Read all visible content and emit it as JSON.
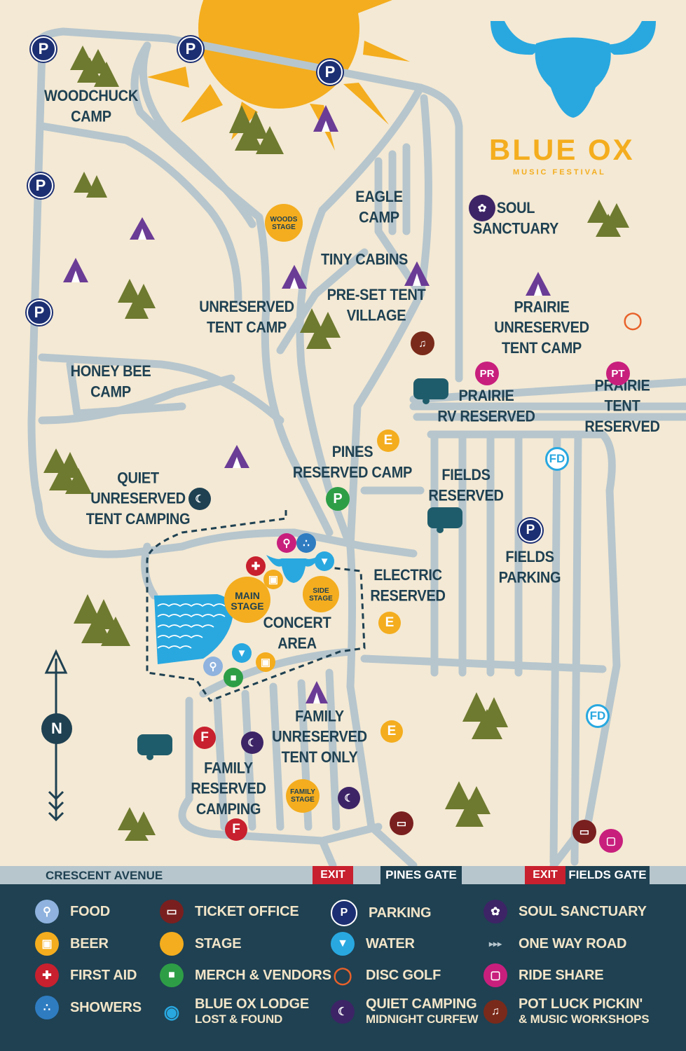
{
  "logo": {
    "title": "BLUE OX",
    "subtitle": "MUSIC FESTIVAL"
  },
  "areas": {
    "woodchuck": "WOODCHUCK\nCAMP",
    "eagle": "EAGLE\nCAMP",
    "soul": "SOUL\nSANCTUARY",
    "tiny_cabins": "TINY CABINS",
    "preset": "PRE-SET TENT\nVILLAGE",
    "unreserved": "UNRESERVED\nTENT CAMP",
    "prairie_unreserved": "PRAIRIE\nUNRESERVED\nTENT CAMP",
    "honeybee": "HONEY BEE\nCAMP",
    "prairie_rv": "PRAIRIE\nRV RESERVED",
    "prairie_tent": "PRAIRIE\nTENT RESERVED",
    "pines_reserved": "PINES\nRESERVED CAMP",
    "fields_reserved": "FIELDS\nRESERVED",
    "quiet": "QUIET\nUNRESERVED\nTENT CAMPING",
    "fields_parking": "FIELDS\nPARKING",
    "electric": "ELECTRIC\nRESERVED",
    "concert": "CONCERT\nAREA",
    "family_unreserved": "FAMILY\nUNRESERVED\nTENT ONLY",
    "family_reserved": "FAMILY\nRESERVED\nCAMPING"
  },
  "stages": {
    "woods": "WOODS\nSTAGE",
    "main": "MAIN\nSTAGE",
    "side": "SIDE\nSTAGE",
    "family": "FAMILY\nSTAGE"
  },
  "pins": {
    "parking": "P",
    "electric": "E",
    "first_aid_f": "F",
    "fd": "FD",
    "pr": "PR",
    "pt": "PT"
  },
  "compass": "N",
  "bottom_road": {
    "street": "CRESCENT AVENUE",
    "exit": "EXIT",
    "pines_gate": "PINES GATE",
    "fields_gate": "FIELDS GATE"
  },
  "legend": [
    {
      "icon": "food-icon",
      "label": "FOOD",
      "color": "#8fb3de"
    },
    {
      "icon": "beer-icon",
      "label": "BEER",
      "color": "#f4ad1e"
    },
    {
      "icon": "first-aid-icon",
      "label": "FIRST AID",
      "color": "#c8202e"
    },
    {
      "icon": "showers-icon",
      "label": "SHOWERS",
      "color": "#2f7cc1"
    },
    {
      "icon": "ticket-icon",
      "label": "TICKET OFFICE",
      "color": "#7a1f1f"
    },
    {
      "icon": "stage-icon",
      "label": "STAGE",
      "color": "#f4ad1e"
    },
    {
      "icon": "merch-icon",
      "label": "MERCH & VENDORS",
      "color": "#2e9e46"
    },
    {
      "icon": "ox-icon",
      "label": "BLUE OX LODGE",
      "sub": "LOST & FOUND",
      "color": "#29a8e0"
    },
    {
      "icon": "parking-icon",
      "label": "PARKING",
      "color": "#1c2f72"
    },
    {
      "icon": "water-icon",
      "label": "WATER",
      "color": "#29a8e0"
    },
    {
      "icon": "disc-golf-icon",
      "label": "DISC GOLF",
      "color": "#e8612a"
    },
    {
      "icon": "quiet-icon",
      "label": "QUIET CAMPING",
      "sub": "MIDNIGHT CURFEW",
      "color": "#3d2466"
    },
    {
      "icon": "lotus-icon",
      "label": "SOUL SANCTUARY",
      "color": "#3d2466"
    },
    {
      "icon": "one-way-icon",
      "label": "ONE WAY ROAD",
      "color": "#1f4152"
    },
    {
      "icon": "ride-share-icon",
      "label": "RIDE SHARE",
      "color": "#c81f7d"
    },
    {
      "icon": "guitar-icon",
      "label": "POT LUCK PICKIN'",
      "sub": "& MUSIC WORKSHOPS",
      "color": "#7a2a1a"
    }
  ],
  "colors": {
    "background": "#f4e9d4",
    "road": "#b7c6cd",
    "navy": "#1f4152",
    "sun": "#f4ad1e",
    "tree": "#6e7a2f",
    "tent": "#6b3c96",
    "lake": "#29a8e0"
  }
}
